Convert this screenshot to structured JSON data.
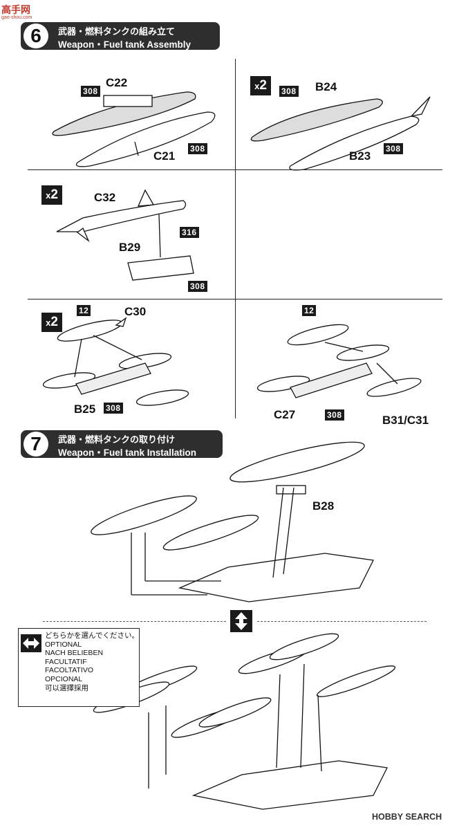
{
  "site_logo": {
    "text": "高手网",
    "url": "gao-shou.com"
  },
  "step6": {
    "number": "6",
    "title_jp": "武器・燃料タンクの組み立て",
    "title_en": "Weapon・Fuel tank Assembly"
  },
  "step7": {
    "number": "7",
    "title_jp": "武器・燃料タンクの取り付け",
    "title_en": "Weapon・Fuel tank Installation"
  },
  "parts": {
    "c22": "C22",
    "c21": "C21",
    "b24": "B24",
    "b23": "B23",
    "c32": "C32",
    "b29": "B29",
    "c30": "C30",
    "b25": "B25",
    "c27": "C27",
    "b31c31": "B31/C31",
    "b28": "B28"
  },
  "paints": {
    "p308": "308",
    "p316": "316",
    "p12": "12"
  },
  "multiplier": {
    "x": "x",
    "count": "2"
  },
  "optional_box": {
    "lines": [
      "どちらかを選んでください。",
      "OPTIONAL",
      "NACH BELIEBEN",
      "FACULTATIF",
      "FACOLTATIVO",
      "OPCIONAL",
      "可以選擇採用"
    ]
  },
  "watermark": {
    "text": "HOBBY SEARCH"
  }
}
